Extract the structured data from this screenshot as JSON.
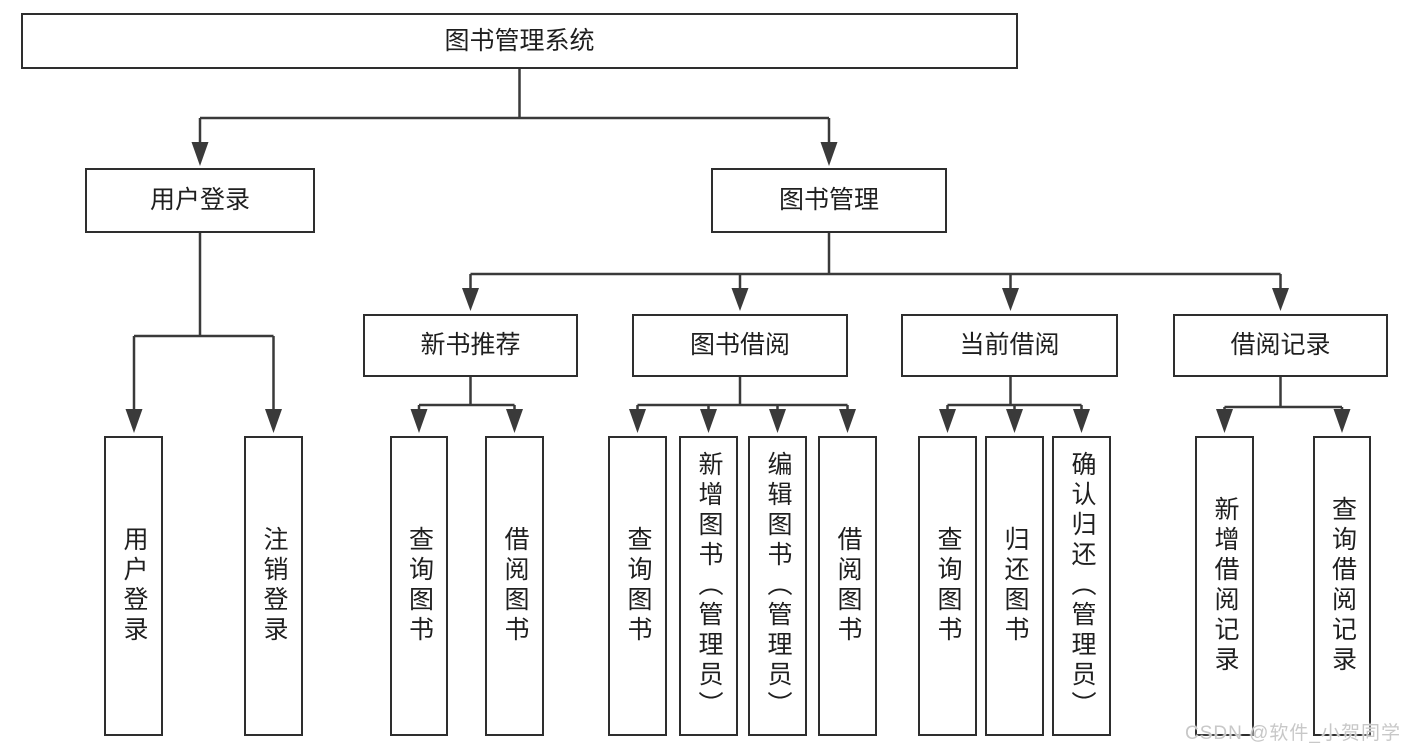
{
  "diagram": {
    "type": "hierarchy-diagram",
    "title": "图书管理系统",
    "nodes": {
      "root": "图书管理系统",
      "user_login": "用户登录",
      "book_mgmt": "图书管理",
      "leaf_user_login": "用户登录",
      "leaf_logout": "注销登录",
      "new_books": "新书推荐",
      "book_borrow": "图书借阅",
      "current_borrow": "当前借阅",
      "borrow_records": "借阅记录",
      "nb_query": "查询图书",
      "nb_borrow": "借阅图书",
      "bb_query": "查询图书",
      "bb_add": "新增图书（管理员）",
      "bb_edit": "编辑图书（管理员）",
      "bb_borrow": "借阅图书",
      "cb_query": "查询图书",
      "cb_return": "归还图书",
      "cb_confirm": "确认归还（管理员）",
      "br_add": "新增借阅记录",
      "br_query": "查询借阅记录"
    },
    "edges": [
      [
        "root",
        "user_login"
      ],
      [
        "root",
        "book_mgmt"
      ],
      [
        "user_login",
        "leaf_user_login"
      ],
      [
        "user_login",
        "leaf_logout"
      ],
      [
        "book_mgmt",
        "new_books"
      ],
      [
        "book_mgmt",
        "book_borrow"
      ],
      [
        "book_mgmt",
        "current_borrow"
      ],
      [
        "book_mgmt",
        "borrow_records"
      ],
      [
        "new_books",
        "nb_query"
      ],
      [
        "new_books",
        "nb_borrow"
      ],
      [
        "book_borrow",
        "bb_query"
      ],
      [
        "book_borrow",
        "bb_add"
      ],
      [
        "book_borrow",
        "bb_edit"
      ],
      [
        "book_borrow",
        "bb_borrow"
      ],
      [
        "current_borrow",
        "cb_query"
      ],
      [
        "current_borrow",
        "cb_return"
      ],
      [
        "current_borrow",
        "cb_confirm"
      ],
      [
        "borrow_records",
        "br_add"
      ],
      [
        "borrow_records",
        "br_query"
      ]
    ],
    "colors": {
      "line": "#3a3a3a",
      "box_border": "#2e2e2e",
      "box_fill": "#ffffff",
      "text": "#1f1f1f",
      "watermark": "#c8c8c8"
    },
    "watermark": "CSDN @软件_小贺同学"
  }
}
